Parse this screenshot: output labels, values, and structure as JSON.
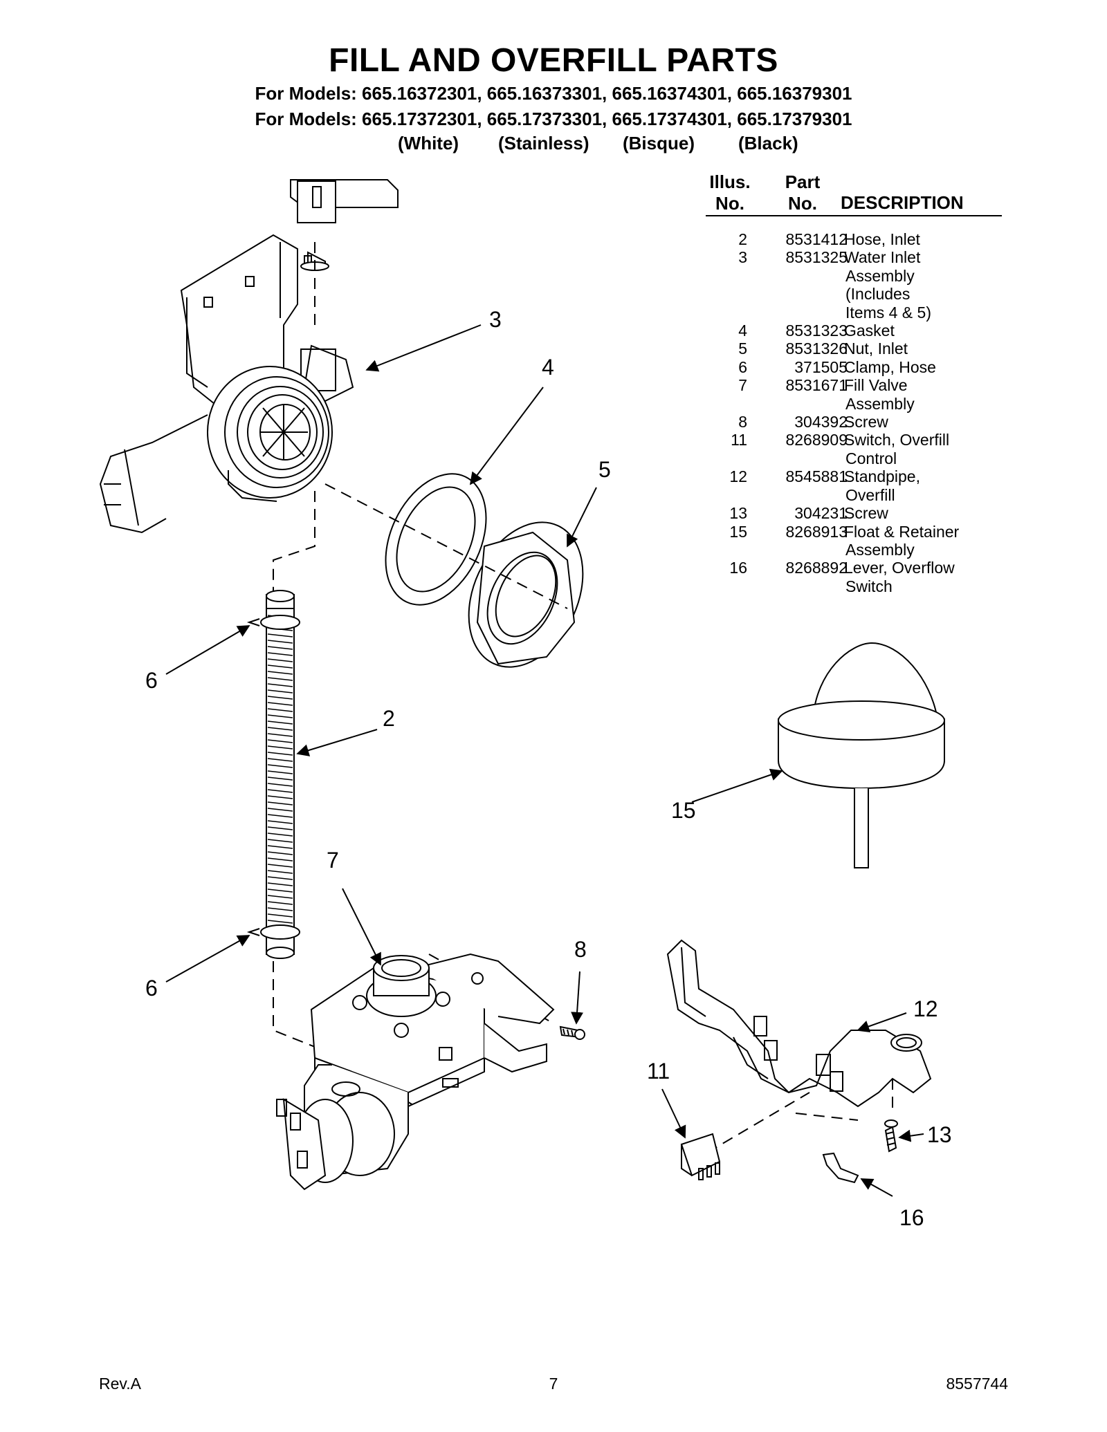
{
  "header": {
    "title": "FILL AND OVERFILL PARTS",
    "models_line1": "For Models: 665.16372301, 665.16373301, 665.16374301, 665.16379301",
    "models_line2": "For Models: 665.17372301, 665.17373301, 665.17374301, 665.17379301",
    "colors": [
      "(White)",
      "(Stainless)",
      "(Bisque)",
      "(Black)"
    ]
  },
  "table": {
    "headers": {
      "illus_line1": "Illus.",
      "illus_line2": "No.",
      "part_line1": "Part",
      "part_line2": "No.",
      "description": "DESCRIPTION"
    },
    "rows": [
      {
        "illus": "2",
        "part": "8531412",
        "desc": [
          "Hose, Inlet"
        ]
      },
      {
        "illus": "3",
        "part": "8531325",
        "desc": [
          "Water Inlet",
          "Assembly",
          "(Includes",
          "Items 4 & 5)"
        ]
      },
      {
        "illus": "4",
        "part": "8531323",
        "desc": [
          "Gasket"
        ]
      },
      {
        "illus": "5",
        "part": "8531326",
        "desc": [
          "Nut, Inlet"
        ]
      },
      {
        "illus": "6",
        "part": "371505",
        "desc": [
          "Clamp, Hose"
        ]
      },
      {
        "illus": "7",
        "part": "8531671",
        "desc": [
          "Fill Valve",
          "Assembly"
        ]
      },
      {
        "illus": "8",
        "part": "304392",
        "desc": [
          "Screw"
        ]
      },
      {
        "illus": "11",
        "part": "8268909",
        "desc": [
          "Switch, Overfill",
          "Control"
        ]
      },
      {
        "illus": "12",
        "part": "8545881",
        "desc": [
          "Standpipe,",
          "Overfill"
        ]
      },
      {
        "illus": "13",
        "part": "304231",
        "desc": [
          "Screw"
        ]
      },
      {
        "illus": "15",
        "part": "8268913",
        "desc": [
          "Float & Retainer",
          "Assembly"
        ]
      },
      {
        "illus": "16",
        "part": "8268892",
        "desc": [
          "Lever, Overflow",
          "Switch"
        ]
      }
    ]
  },
  "callouts": {
    "c3": "3",
    "c4": "4",
    "c5": "5",
    "c6a": "6",
    "c2": "2",
    "c6b": "6",
    "c7": "7",
    "c8": "8",
    "c15": "15",
    "c12": "12",
    "c11": "11",
    "c13": "13",
    "c16": "16"
  },
  "footer": {
    "left": "Rev.A",
    "center": "7",
    "right": "8557744"
  }
}
